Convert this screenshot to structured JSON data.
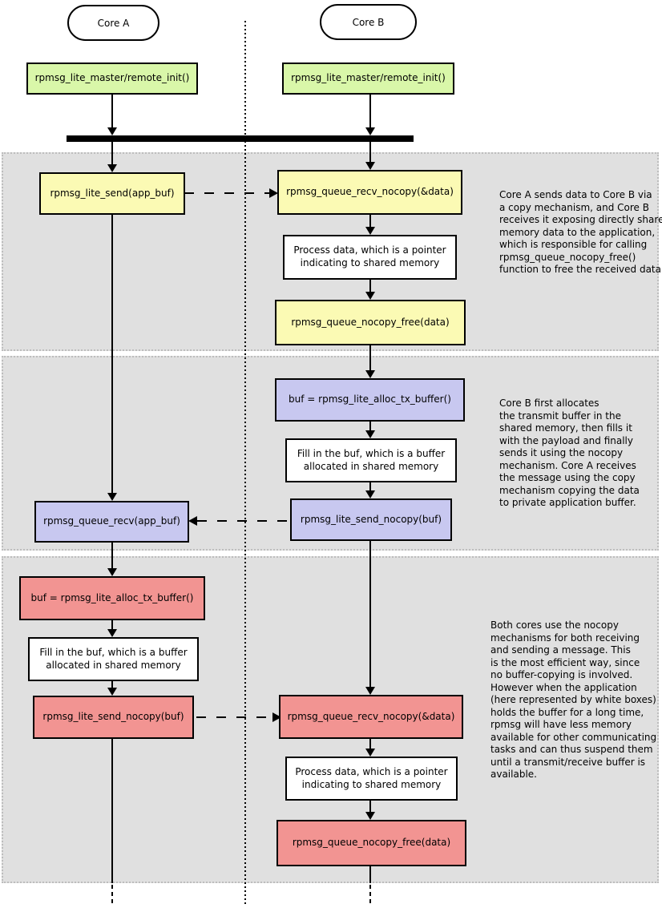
{
  "diagram": {
    "actors": {
      "core_a": "Core A",
      "core_b": "Core B"
    },
    "colors": {
      "init_green": "#d9f7a9",
      "copy_yellow": "#fbfab4",
      "mixed_lavender": "#c8c8f0",
      "nocopy_red": "#f29492",
      "app_white": "#ffffff",
      "section_background": "#e0e0e0",
      "line": "#000000"
    },
    "init": {
      "core_a": "rpmsg_lite_master/remote_init()",
      "core_b": "rpmsg_lite_master/remote_init()"
    },
    "sections": [
      {
        "core_a": {
          "send": "rpmsg_lite_send(app_buf)"
        },
        "core_b": {
          "recv": "rpmsg_queue_recv_nocopy(&data)",
          "process": "Process data, which is a pointer\nindicating to shared memory",
          "free": "rpmsg_queue_nocopy_free(data)"
        },
        "annotation": "Core A sends data to Core B via\na copy mechanism, and Core B\nreceives it exposing directly shared\nmemory data to the application,\nwhich is responsible for calling\nrpmsg_queue_nocopy_free()\nfunction to free the received data."
      },
      {
        "core_b": {
          "alloc": "buf = rpmsg_lite_alloc_tx_buffer()",
          "fill": "Fill in the buf, which is a buffer\nallocated in shared memory",
          "send": "rpmsg_lite_send_nocopy(buf)"
        },
        "core_a": {
          "recv": "rpmsg_queue_recv(app_buf)"
        },
        "annotation": "Core B first allocates\nthe transmit buffer in the\nshared memory, then fills it\nwith the payload and finally\nsends it using the nocopy\nmechanism. Core A receives\nthe message using the copy\nmechanism copying the data\nto private application buffer."
      },
      {
        "core_a": {
          "alloc": "buf = rpmsg_lite_alloc_tx_buffer()",
          "fill": "Fill in the buf, which is a buffer\nallocated in shared memory",
          "send": "rpmsg_lite_send_nocopy(buf)"
        },
        "core_b": {
          "recv": "rpmsg_queue_recv_nocopy(&data)",
          "process": "Process data, which is a pointer\nindicating to shared memory",
          "free": "rpmsg_queue_nocopy_free(data)"
        },
        "annotation": "Both cores use the nocopy\nmechanisms for both receiving\nand sending a message. This\nis the most efficient way, since\nno buffer-copying is involved.\nHowever when the application\n(here represented by white boxes)\nholds the buffer for a long time,\nrpmsg will have less memory\navailable for other communicating\ntasks and can thus suspend them\nuntil a transmit/receive buffer is\navailable."
      }
    ]
  }
}
